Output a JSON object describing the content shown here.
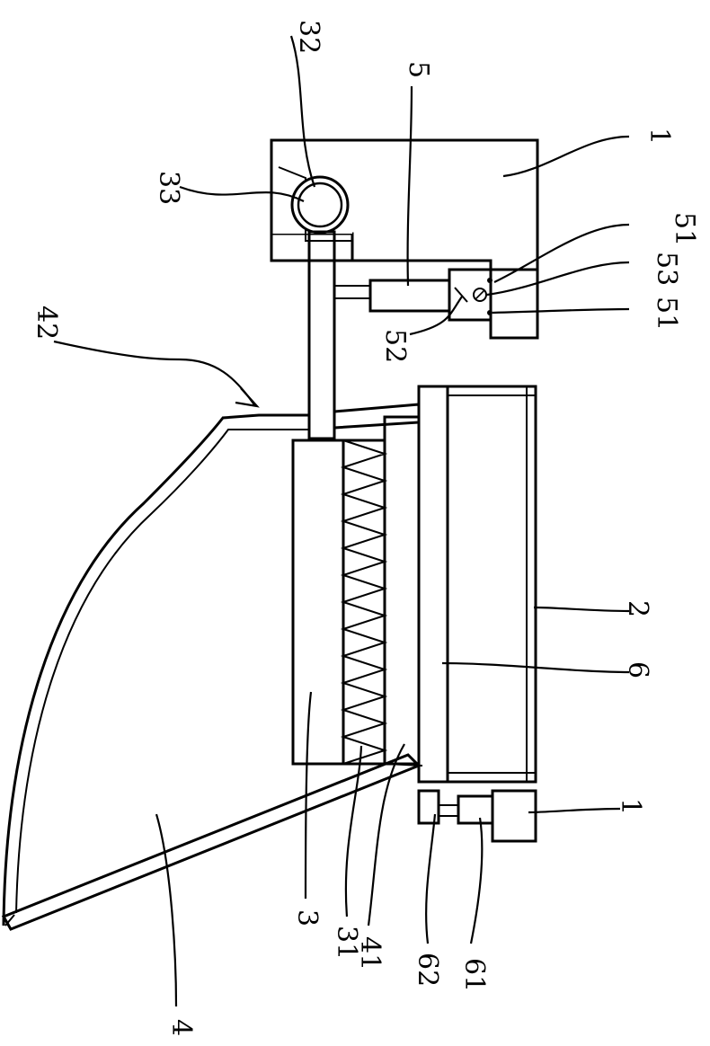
{
  "figure": {
    "labels": {
      "l32": "32",
      "l33": "33",
      "l5": "5",
      "l1_top": "1",
      "l51_a": "51",
      "l53": "53",
      "l51_b": "51",
      "l52": "52",
      "l42": "42",
      "l2": "2",
      "l6": "6",
      "l1_bottom": "1",
      "l4": "4",
      "l3": "3",
      "l31": "31",
      "l41": "41",
      "l62": "62",
      "l61": "61"
    }
  }
}
